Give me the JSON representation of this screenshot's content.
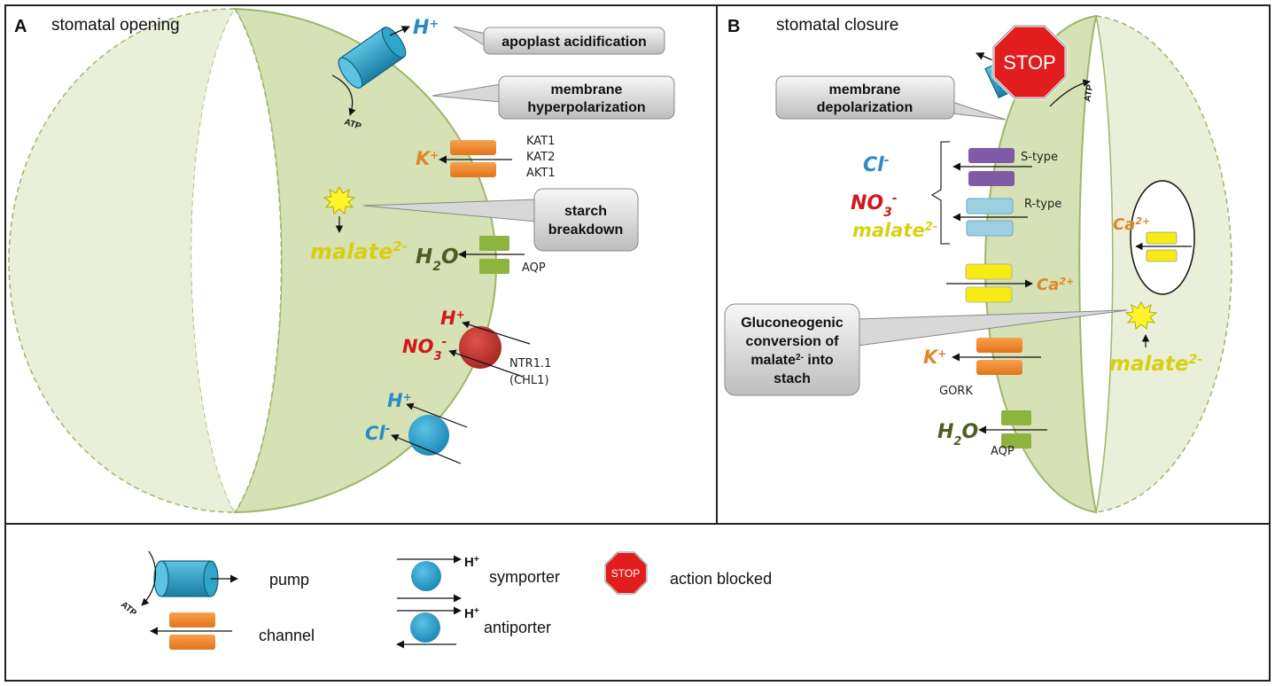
{
  "panel_a": {
    "letter": "A",
    "title": "stomatal opening",
    "callouts": {
      "apoplast": "apoplast acidification",
      "hyper1": "membrane",
      "hyper2": "hyperpolarization",
      "starch1": "starch",
      "starch2": "breakdown"
    },
    "ions": {
      "h_pump": "H",
      "h_pump_sup": "+",
      "k": "K",
      "k_sup": "+",
      "malate": "malate",
      "malate_sup": "2-",
      "h2o_h": "H",
      "h2o_2": "2",
      "h2o_o": "O",
      "h_ntr": "H",
      "h_ntr_sup": "+",
      "no3": "NO",
      "no3_sub": "3",
      "no3_sup": "-",
      "h_cl": "H",
      "h_cl_sup": "+",
      "cl": "Cl",
      "cl_sup": "-"
    },
    "labels": {
      "atp": "ATP",
      "kat1": "KAT1",
      "kat2": "KAT2",
      "akt1": "AKT1",
      "aqp": "AQP",
      "ntr1": "NTR1.1",
      "ntr2": "(CHL1)"
    }
  },
  "panel_b": {
    "letter": "B",
    "title": "stomatal closure",
    "stop": "STOP",
    "callouts": {
      "depol1": "membrane",
      "depol2": "depolarization",
      "gluco1": "Gluconeogenic",
      "gluco2": "conversion of",
      "gluco3a": "malate",
      "gluco3sup": "2-",
      "gluco3b": " into",
      "gluco4": "stach"
    },
    "ions": {
      "cl": "Cl",
      "cl_sup": "-",
      "no3": "NO",
      "no3_sub": "3",
      "no3_sup": "-",
      "malate_l": "malate",
      "malate_l_sup": "2-",
      "ca_vac": "Ca",
      "ca_vac_sup": "2+",
      "ca": "Ca",
      "ca_sup": "2+",
      "k": "K",
      "k_sup": "+",
      "h2o_h": "H",
      "h2o_2": "2",
      "h2o_o": "O",
      "malate_r": "malate",
      "malate_r_sup": "2-"
    },
    "labels": {
      "atp": "ATP",
      "stype": "S-type",
      "rtype": "R-type",
      "gork": "GORK",
      "aqp": "AQP"
    }
  },
  "legend": {
    "pump": "pump",
    "channel": "channel",
    "symporter": "symporter",
    "antiporter": "antiporter",
    "action_blocked": "action blocked",
    "atp": "ATP",
    "stop": "STOP",
    "h1": "H",
    "h1_sup": "+",
    "h2": "H",
    "h2_sup": "+"
  },
  "colors": {
    "cell_fill": "#d6e1b5",
    "cell_fill_light": "#e9efd8",
    "cell_stroke": "#9cb86a",
    "pump": "#2fa6c9",
    "channel": "#f28a2c",
    "symporter": "#2aa0cf",
    "ntr": "#c83632",
    "aqp": "#8db53d",
    "s_type": "#7f5aa6",
    "r_type": "#9dcfe2",
    "ca_channel": "#f6ec13",
    "stop": "#e21d1d",
    "ion_red": "#d1181d",
    "ion_blue": "#2a8cc2",
    "ion_orange": "#e0862a",
    "ion_yellow": "#d9cf12",
    "ion_green": "#4d5e24"
  }
}
